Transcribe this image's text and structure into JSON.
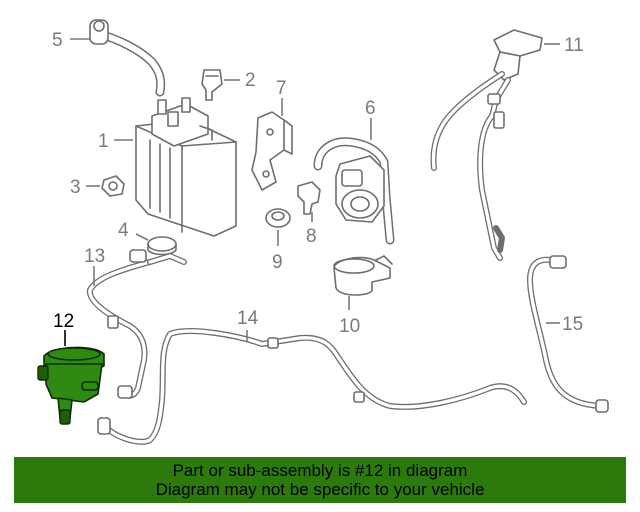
{
  "callouts": {
    "c1": "1",
    "c2": "2",
    "c3": "3",
    "c4": "4",
    "c5": "5",
    "c6": "6",
    "c7": "7",
    "c8": "8",
    "c9": "9",
    "c10": "10",
    "c11": "11",
    "c12": "12",
    "c13": "13",
    "c14": "14",
    "c15": "15"
  },
  "highlight": {
    "part_number": "12",
    "color": "#2b7a0b"
  },
  "banner": {
    "line1": "Part or sub-assembly is #12 in diagram",
    "line2": "Diagram may not be specific to your vehicle"
  }
}
